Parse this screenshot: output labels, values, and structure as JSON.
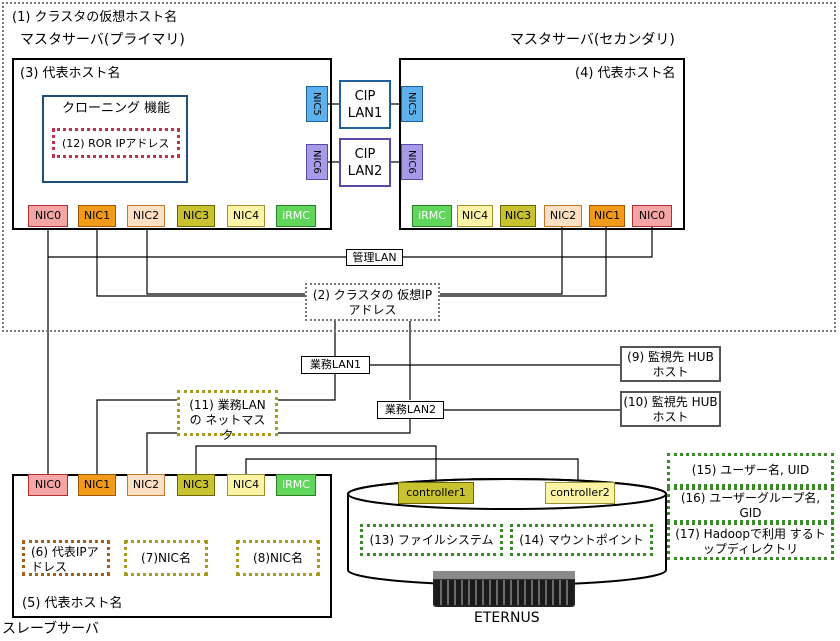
{
  "cluster": {
    "label": "(1) クラスタの仮想ホスト名"
  },
  "primary": {
    "title": "マスタサーバ(プライマリ)",
    "host_label": "(3) 代表ホスト名",
    "cloning_title": "クローニング 機能",
    "ror_ip": "(12) ROR IPアドレス",
    "nics": [
      "NIC0",
      "NIC1",
      "NIC2",
      "NIC3",
      "NIC4",
      "iRMC"
    ]
  },
  "secondary": {
    "title": "マスタサーバ(セカンダリ)",
    "host_label": "(4) 代表ホスト名",
    "nics": [
      "iRMC",
      "NIC4",
      "NIC3",
      "NIC2",
      "NIC1",
      "NIC0"
    ]
  },
  "cip": {
    "lan1": "CIP LAN1",
    "lan2": "CIP LAN2",
    "nic5": "NIC5",
    "nic6": "NIC6"
  },
  "networks": {
    "mgmt_lan": "管理LAN",
    "cluster_vip": "(2) クラスタの 仮想IPアドレス",
    "biz_lan1": "業務LAN1",
    "biz_lan2": "業務LAN2",
    "netmask": "(11) 業務LANの ネットマスク"
  },
  "monitors": {
    "hub1": "(9) 監視先 HUBホスト",
    "hub2": "(10) 監視先 HUBホスト"
  },
  "slave": {
    "title": "スレーブサーバ",
    "host_label": "(5) 代表ホスト名",
    "nics": [
      "NIC0",
      "NIC1",
      "NIC2",
      "NIC3",
      "NIC4",
      "iRMC"
    ],
    "rep_ip": "(6) 代表IPアドレス",
    "nic_name7": "(7)NIC名",
    "nic_name8": "(8)NIC名"
  },
  "storage": {
    "controller1": "controller1",
    "controller2": "controller2",
    "filesystem": "(13) ファイルシステム",
    "mountpoint": "(14) マウントポイント",
    "name": "ETERNUS"
  },
  "users": {
    "user": "(15) ユーザー名, UID",
    "group": "(16) ユーザーグループ名, GID",
    "hadoop": "(17) Hadoopで利用 するトップディレクトリ"
  }
}
